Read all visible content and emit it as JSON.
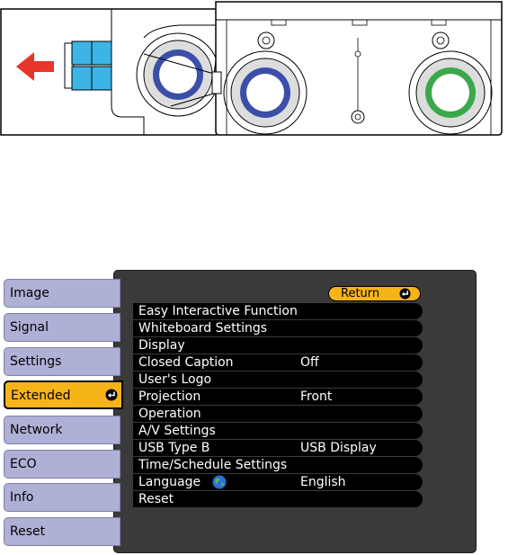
{
  "menu": {
    "tabs": [
      {
        "label": "Image"
      },
      {
        "label": "Signal"
      },
      {
        "label": "Settings"
      },
      {
        "label": "Extended",
        "active": true
      },
      {
        "label": "Network"
      },
      {
        "label": "ECO"
      },
      {
        "label": "Info"
      },
      {
        "label": "Reset"
      }
    ],
    "return_label": "Return",
    "items": [
      {
        "label": "Easy Interactive Function",
        "value": ""
      },
      {
        "label": "Whiteboard Settings",
        "value": ""
      },
      {
        "label": "Display",
        "value": ""
      },
      {
        "label": "Closed Caption",
        "value": "Off"
      },
      {
        "label": "User's Logo",
        "value": ""
      },
      {
        "label": "Projection",
        "value": "Front"
      },
      {
        "label": "Operation",
        "value": ""
      },
      {
        "label": "A/V Settings",
        "value": ""
      },
      {
        "label": "USB Type B",
        "value": "USB Display"
      },
      {
        "label": "Time/Schedule Settings",
        "value": ""
      },
      {
        "label": "Language",
        "value": "English",
        "icon": "globe-icon"
      },
      {
        "label": "Reset",
        "value": ""
      }
    ]
  },
  "colors": {
    "tab": "#aeb0d6",
    "active_tab": "#f6b419",
    "panel": "#3a3a3a",
    "item_bg": "#000000",
    "arrow": "#e8352b",
    "tab_blue": "#3cb4e6",
    "focus_ring_blue": "#3b4fa8",
    "zoom_ring_green": "#3aa84b"
  }
}
